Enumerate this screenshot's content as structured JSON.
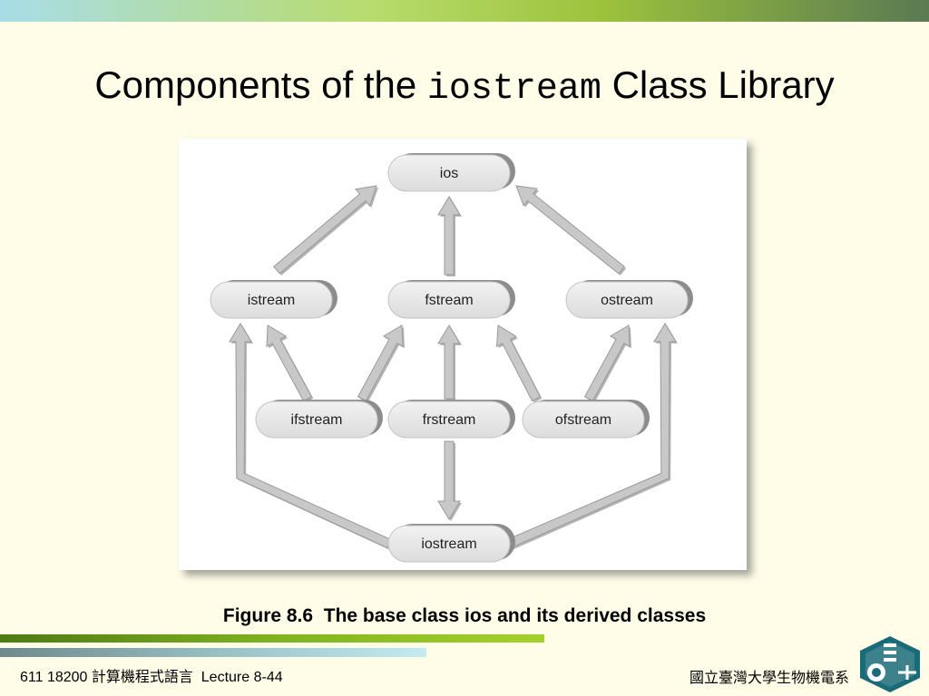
{
  "slide": {
    "title_prefix": "Components of the ",
    "title_code": "iostream",
    "title_suffix": " Class Library",
    "caption": "Figure 8.6  The base class ios and its derived classes",
    "footer_left": "611 18200 計算機程式語言  Lecture 8-44",
    "footer_right": "國立臺灣大學生物機電系"
  },
  "diagram": {
    "nodes": [
      {
        "id": "ios",
        "label": "ios"
      },
      {
        "id": "istream",
        "label": "istream"
      },
      {
        "id": "fstream",
        "label": "fstream"
      },
      {
        "id": "ostream",
        "label": "ostream"
      },
      {
        "id": "ifstream",
        "label": "ifstream"
      },
      {
        "id": "frstream",
        "label": "frstream"
      },
      {
        "id": "ofstream",
        "label": "ofstream"
      },
      {
        "id": "iostream",
        "label": "iostream"
      }
    ],
    "edges": [
      {
        "from": "istream",
        "to": "ios"
      },
      {
        "from": "fstream",
        "to": "ios"
      },
      {
        "from": "ostream",
        "to": "ios"
      },
      {
        "from": "ifstream",
        "to": "istream"
      },
      {
        "from": "ifstream",
        "to": "fstream"
      },
      {
        "from": "frstream",
        "to": "fstream"
      },
      {
        "from": "frstream",
        "to": "iostream"
      },
      {
        "from": "ofstream",
        "to": "fstream"
      },
      {
        "from": "ofstream",
        "to": "ostream"
      },
      {
        "from": "iostream",
        "to": "istream"
      },
      {
        "from": "iostream",
        "to": "ostream"
      }
    ]
  },
  "colors": {
    "arrow_fill": "#c8c8c8",
    "arrow_stroke": "#9a9a9a",
    "node_fill": "#e8e8e8",
    "node_shadow": "#8c8c8c"
  }
}
